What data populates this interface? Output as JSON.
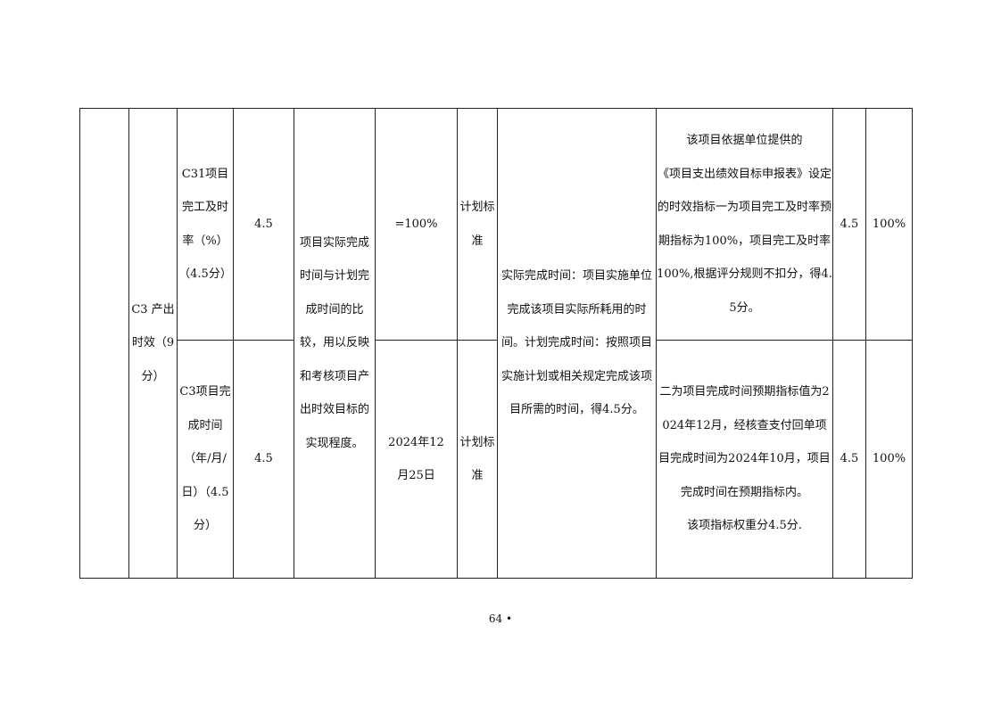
{
  "table": {
    "group": {
      "label": "C3 产出时效（9分）"
    },
    "description": "项目实际完成时间与计划完成时间的比较，用以反映和考核项目产出时效目标的实现程度。",
    "method_description": "实际完成时间：项目实施单位完成该项目实际所耗用的时间。计划完成时间：按照项目实施计划或相关规定完成该项目所需的时间，得4.5分。",
    "rows": [
      {
        "indicator": "C31项目完工及时率（%）（4.5分）",
        "weight": "4.5",
        "target": "=100%",
        "standard": "计划标准",
        "basis": "该项目依据单位提供的\n《项目支出绩效目标申报表》设定的时效指标一为项目完工及时率预期指标为100%，项目完工及时率100%,根据评分规则不扣分，得4.5分。",
        "score": "4.5",
        "rate": "100%"
      },
      {
        "indicator": "C3项目完成时间（年/月/日）（4.5分）",
        "weight": "4.5",
        "target": "2024年12月25日",
        "standard": "计划标准",
        "basis": "二为项目完成时间预期指标值为2024年12月，经核查支付回单项目完成时间为2024年10月，项目完成时间在预期指标内。\n该项指标权重分4.5分.",
        "score": "4.5",
        "rate": "100%"
      }
    ]
  },
  "page": {
    "number": "64 •"
  }
}
